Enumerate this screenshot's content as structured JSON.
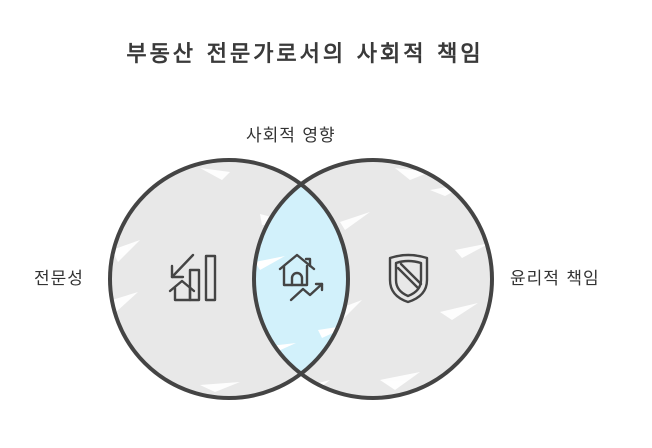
{
  "title": "부동산 전문가로서의 사회적 책임",
  "labels": {
    "top": "사회적 영향",
    "left": "전문성",
    "right": "윤리적 책임"
  },
  "sets": [
    {
      "name": "전문성",
      "icon": "house-chart-down-icon",
      "fill": "#e8e8e8"
    },
    {
      "name": "윤리적 책임",
      "icon": "shield-icon",
      "fill": "#e8e8e8"
    }
  ],
  "intersection": {
    "name": "사회적 영향",
    "icon": "house-trend-up-icon",
    "fill": "#d2f1fb"
  },
  "colors": {
    "stroke": "#444444",
    "circle_fill": "#e8e8e8",
    "overlap_fill": "#d2f1fb"
  }
}
